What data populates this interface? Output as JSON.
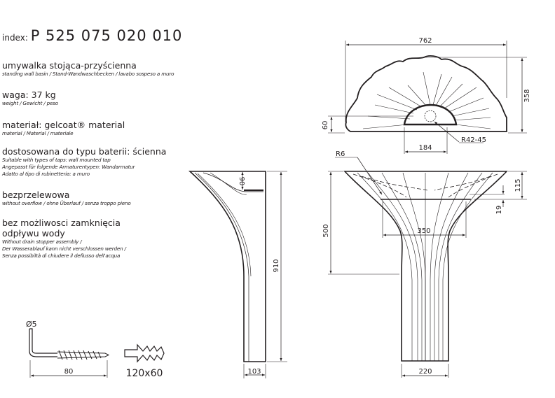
{
  "index": {
    "label": "index:",
    "code": "P 525 075 020 010"
  },
  "specs": [
    {
      "title": "umywalka stojąca-przyścienna",
      "lines": [
        "standing wall basin / Stand-Wandwaschbecken / lavabo sospeso a muro"
      ]
    },
    {
      "title": "waga: 37 kg",
      "lines": [
        "weight / Gewicht / peso"
      ]
    },
    {
      "title": "materiał: gelcoat® material",
      "lines": [
        "material / Material / materiale"
      ]
    },
    {
      "title": "dostosowana do typu baterii: ścienna",
      "lines": [
        "Suitable with types of taps: wall mounted tap",
        "Angepasst für folgende Armaturentypen: Wandarmatur",
        "Adatto al tipo di rubinetteria: a muro"
      ]
    },
    {
      "title": "bezprzelewowa",
      "lines": [
        "without overflow / ohne Überlauf / senza troppo pieno"
      ]
    },
    {
      "title": "bez możliwosci zamknięcia odpływu wody",
      "lines": [
        "Without drain stopper assembly /",
        "Der Wasserablauf kann nicht verschlossen werden /",
        "Senza possibiltà di chiudere il deflusso dell'acqua"
      ]
    }
  ],
  "dimensions": {
    "top_width": "762",
    "top_depth": "358",
    "front_edge_height": "60",
    "bowl_width": "184",
    "drain_radius": "R42-45",
    "rim_radius": "R6",
    "bowl_depth": "115",
    "rim_thickness": "19",
    "inner_width": "350",
    "front_height": "500",
    "side_bowl_depth": "90",
    "total_height": "910",
    "side_base_width": "103",
    "front_base_width": "220",
    "screw_diameter": "Ø5",
    "screw_length": "80",
    "dowel_size": "120x60"
  }
}
